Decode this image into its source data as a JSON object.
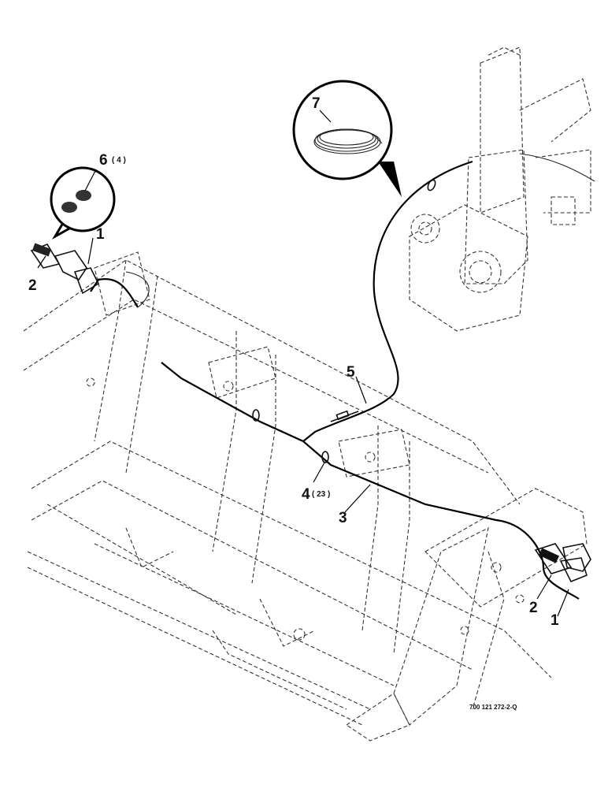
{
  "callouts": [
    {
      "id": "c1a",
      "number": "1"
    },
    {
      "id": "c2a",
      "number": "2"
    },
    {
      "id": "c6",
      "number": "6",
      "qty": "( 4 )"
    },
    {
      "id": "c7",
      "number": "7"
    },
    {
      "id": "c5",
      "number": "5"
    },
    {
      "id": "c4",
      "number": "4",
      "qty": "( 23 )"
    },
    {
      "id": "c3",
      "number": "3"
    },
    {
      "id": "c2b",
      "number": "2"
    },
    {
      "id": "c1b",
      "number": "1"
    }
  ],
  "figure_number": "700 121 272-2-Q",
  "colors": {
    "line": "#111111",
    "background": "#ffffff"
  }
}
